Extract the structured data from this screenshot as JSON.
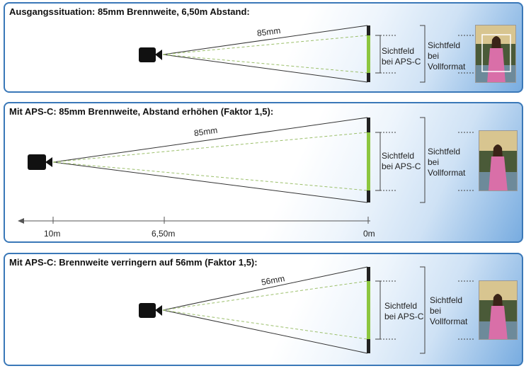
{
  "panels": [
    {
      "title": "Ausgangssituation: 85mm Brennweite, 6,50m Abstand:",
      "focal_label": "85mm",
      "apsc_label": [
        "Sichtfeld",
        "bei APS-C"
      ],
      "ff_label": [
        "Sichtfeld",
        "bei",
        "Vollformat"
      ]
    },
    {
      "title": "Mit APS-C: 85mm Brennweite, Abstand erhöhen (Faktor 1,5):",
      "focal_label": "85mm",
      "apsc_label": [
        "Sichtfeld",
        "bei APS-C"
      ],
      "ff_label": [
        "Sichtfeld",
        "bei",
        "Vollformat"
      ],
      "axis_labels": [
        "10m",
        "6,50m",
        "0m"
      ]
    },
    {
      "title": "Mit APS-C: Brennweite verringern auf 56mm (Faktor 1,5):",
      "focal_label": "56mm",
      "apsc_label": [
        "Sichtfeld",
        "bei APS-C"
      ],
      "ff_label": [
        "Sichtfeld",
        "bei",
        "Vollformat"
      ]
    }
  ],
  "colors": {
    "panel_border": "#3a78b8",
    "apsc_bar": "#8cc63f",
    "ff_bar": "#222222",
    "ray_dashed": "#9bbf6a"
  }
}
